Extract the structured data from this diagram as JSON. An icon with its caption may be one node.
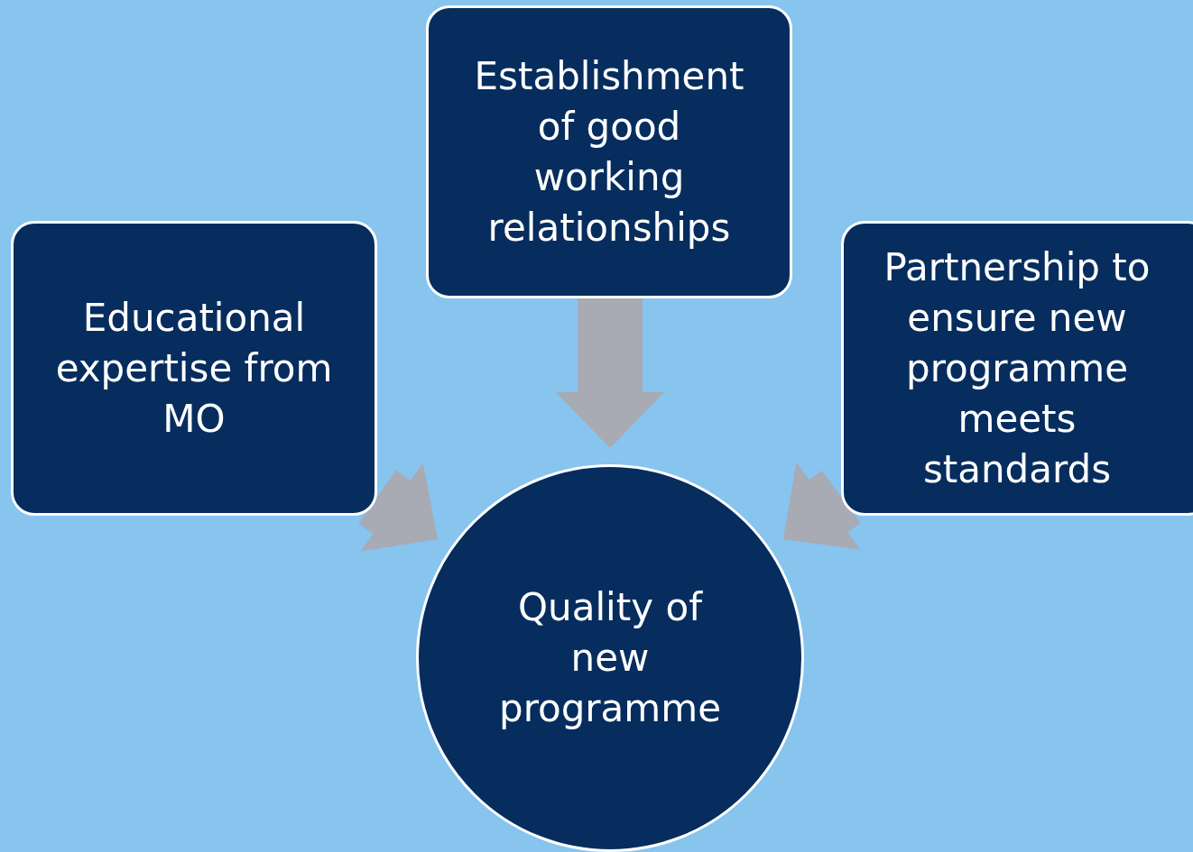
{
  "diagram": {
    "nodes": [
      {
        "text": [
          "Educational expertise from MO"
        ]
      },
      {
        "text": [
          "Establishment of good working relationships"
        ]
      },
      {
        "text": [
          "Partnership to ensure new programme meets standards"
        ]
      },
      {
        "text": [
          "Quality of new programme"
        ]
      }
    ],
    "edges": [
      {
        "from": 0,
        "to": 3,
        "arrow": "to"
      },
      {
        "from": 1,
        "to": 3,
        "arrow": "to"
      },
      {
        "from": 2,
        "to": 3,
        "arrow": "to"
      }
    ]
  }
}
